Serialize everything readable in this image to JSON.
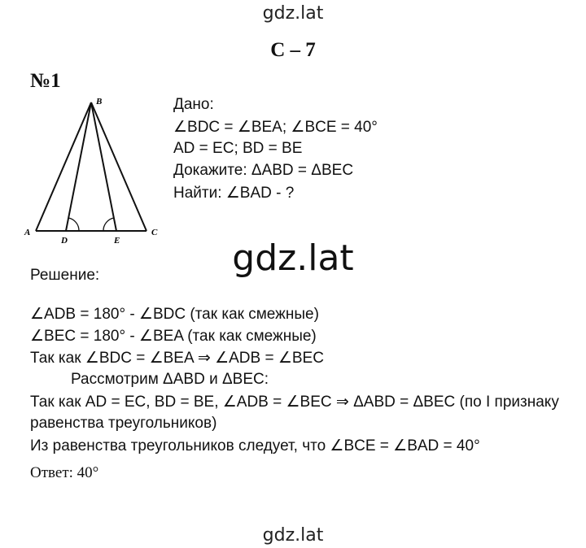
{
  "watermark": "gdz.lat",
  "title": "С – 7",
  "problem_number": "№1",
  "figure": {
    "labels": {
      "A": "A",
      "B": "B",
      "C": "C",
      "D": "D",
      "E": "E"
    }
  },
  "given": [
    "Дано:",
    "∠BDC = ∠BEA; ∠BCE = 40°",
    "AD = EC; BD = BE",
    "Докажите: ΔABD = ΔBEC",
    "Найти: ∠BAD - ?"
  ],
  "solution": {
    "heading": "Решение:",
    "lines": [
      "∠ADB = 180° - ∠BDC (так как смежные)",
      "∠BEC = 180° - ∠BEA (так как смежные)",
      "Так как ∠BDC = ∠BEA ⇒ ∠ADB = ∠BEC",
      "Рассмотрим ΔABD и ΔBEC:",
      "Так как AD = EC, BD = BE, ∠ADB = ∠BEC ⇒ ΔABD = ΔBEC (по I признаку",
      "равенства треугольников)",
      "Из равенства треугольников следует, что ∠BCE = ∠BAD = 40°"
    ]
  },
  "answer": "Ответ: 40°"
}
